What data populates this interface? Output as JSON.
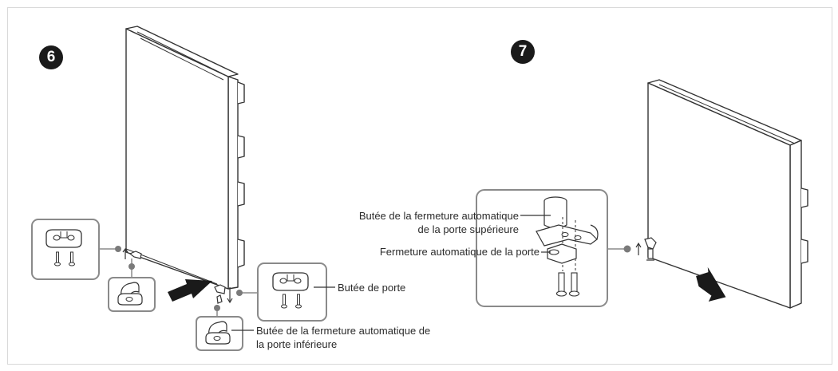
{
  "steps": [
    {
      "number": "6"
    },
    {
      "number": "7"
    }
  ],
  "labels": {
    "door_stop": "Butée de porte",
    "lower_auto_close_stop_1": "Butée de la fermeture automatique de",
    "lower_auto_close_stop_2": "la porte inférieure",
    "upper_auto_close_stop_1": "Butée de la fermeture automatique",
    "upper_auto_close_stop_2": "de la porte supérieure",
    "door_auto_close": "Fermeture automatique de la porte"
  },
  "colors": {
    "line": "#333333",
    "callout_border": "#8a8a8a",
    "connector_dot": "#7a7a7a",
    "badge": "#1a1a1a",
    "arrow": "#1a1a1a"
  },
  "icons": [
    "push-arrow-icon",
    "hinge-part-icon",
    "screw-icon"
  ]
}
